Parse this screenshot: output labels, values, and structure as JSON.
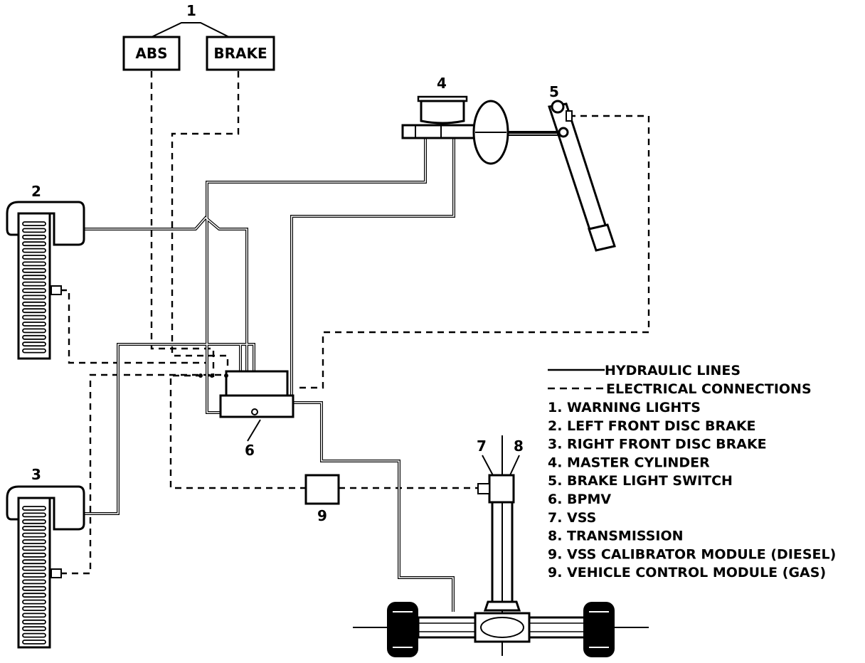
{
  "callouts": {
    "c1": "1",
    "c2": "2",
    "c3": "3",
    "c4": "4",
    "c5": "5",
    "c6": "6",
    "c7": "7",
    "c8": "8",
    "c9": "9"
  },
  "warning_boxes": {
    "abs": "ABS",
    "brake": "BRAKE"
  },
  "legend": {
    "hydraulic": "HYDRAULIC LINES",
    "electrical": "ELECTRICAL CONNECTIONS",
    "items": [
      "1.  WARNING LIGHTS",
      "2.  LEFT FRONT DISC BRAKE",
      "3.  RIGHT FRONT DISC BRAKE",
      "4.  MASTER CYLINDER",
      "5.  BRAKE LIGHT SWITCH",
      "6.  BPMV",
      "7.  VSS",
      "8.  TRANSMISSION",
      "9.  VSS CALIBRATOR MODULE (DIESEL)",
      "9.  VEHICLE CONTROL MODULE (GAS)"
    ]
  }
}
